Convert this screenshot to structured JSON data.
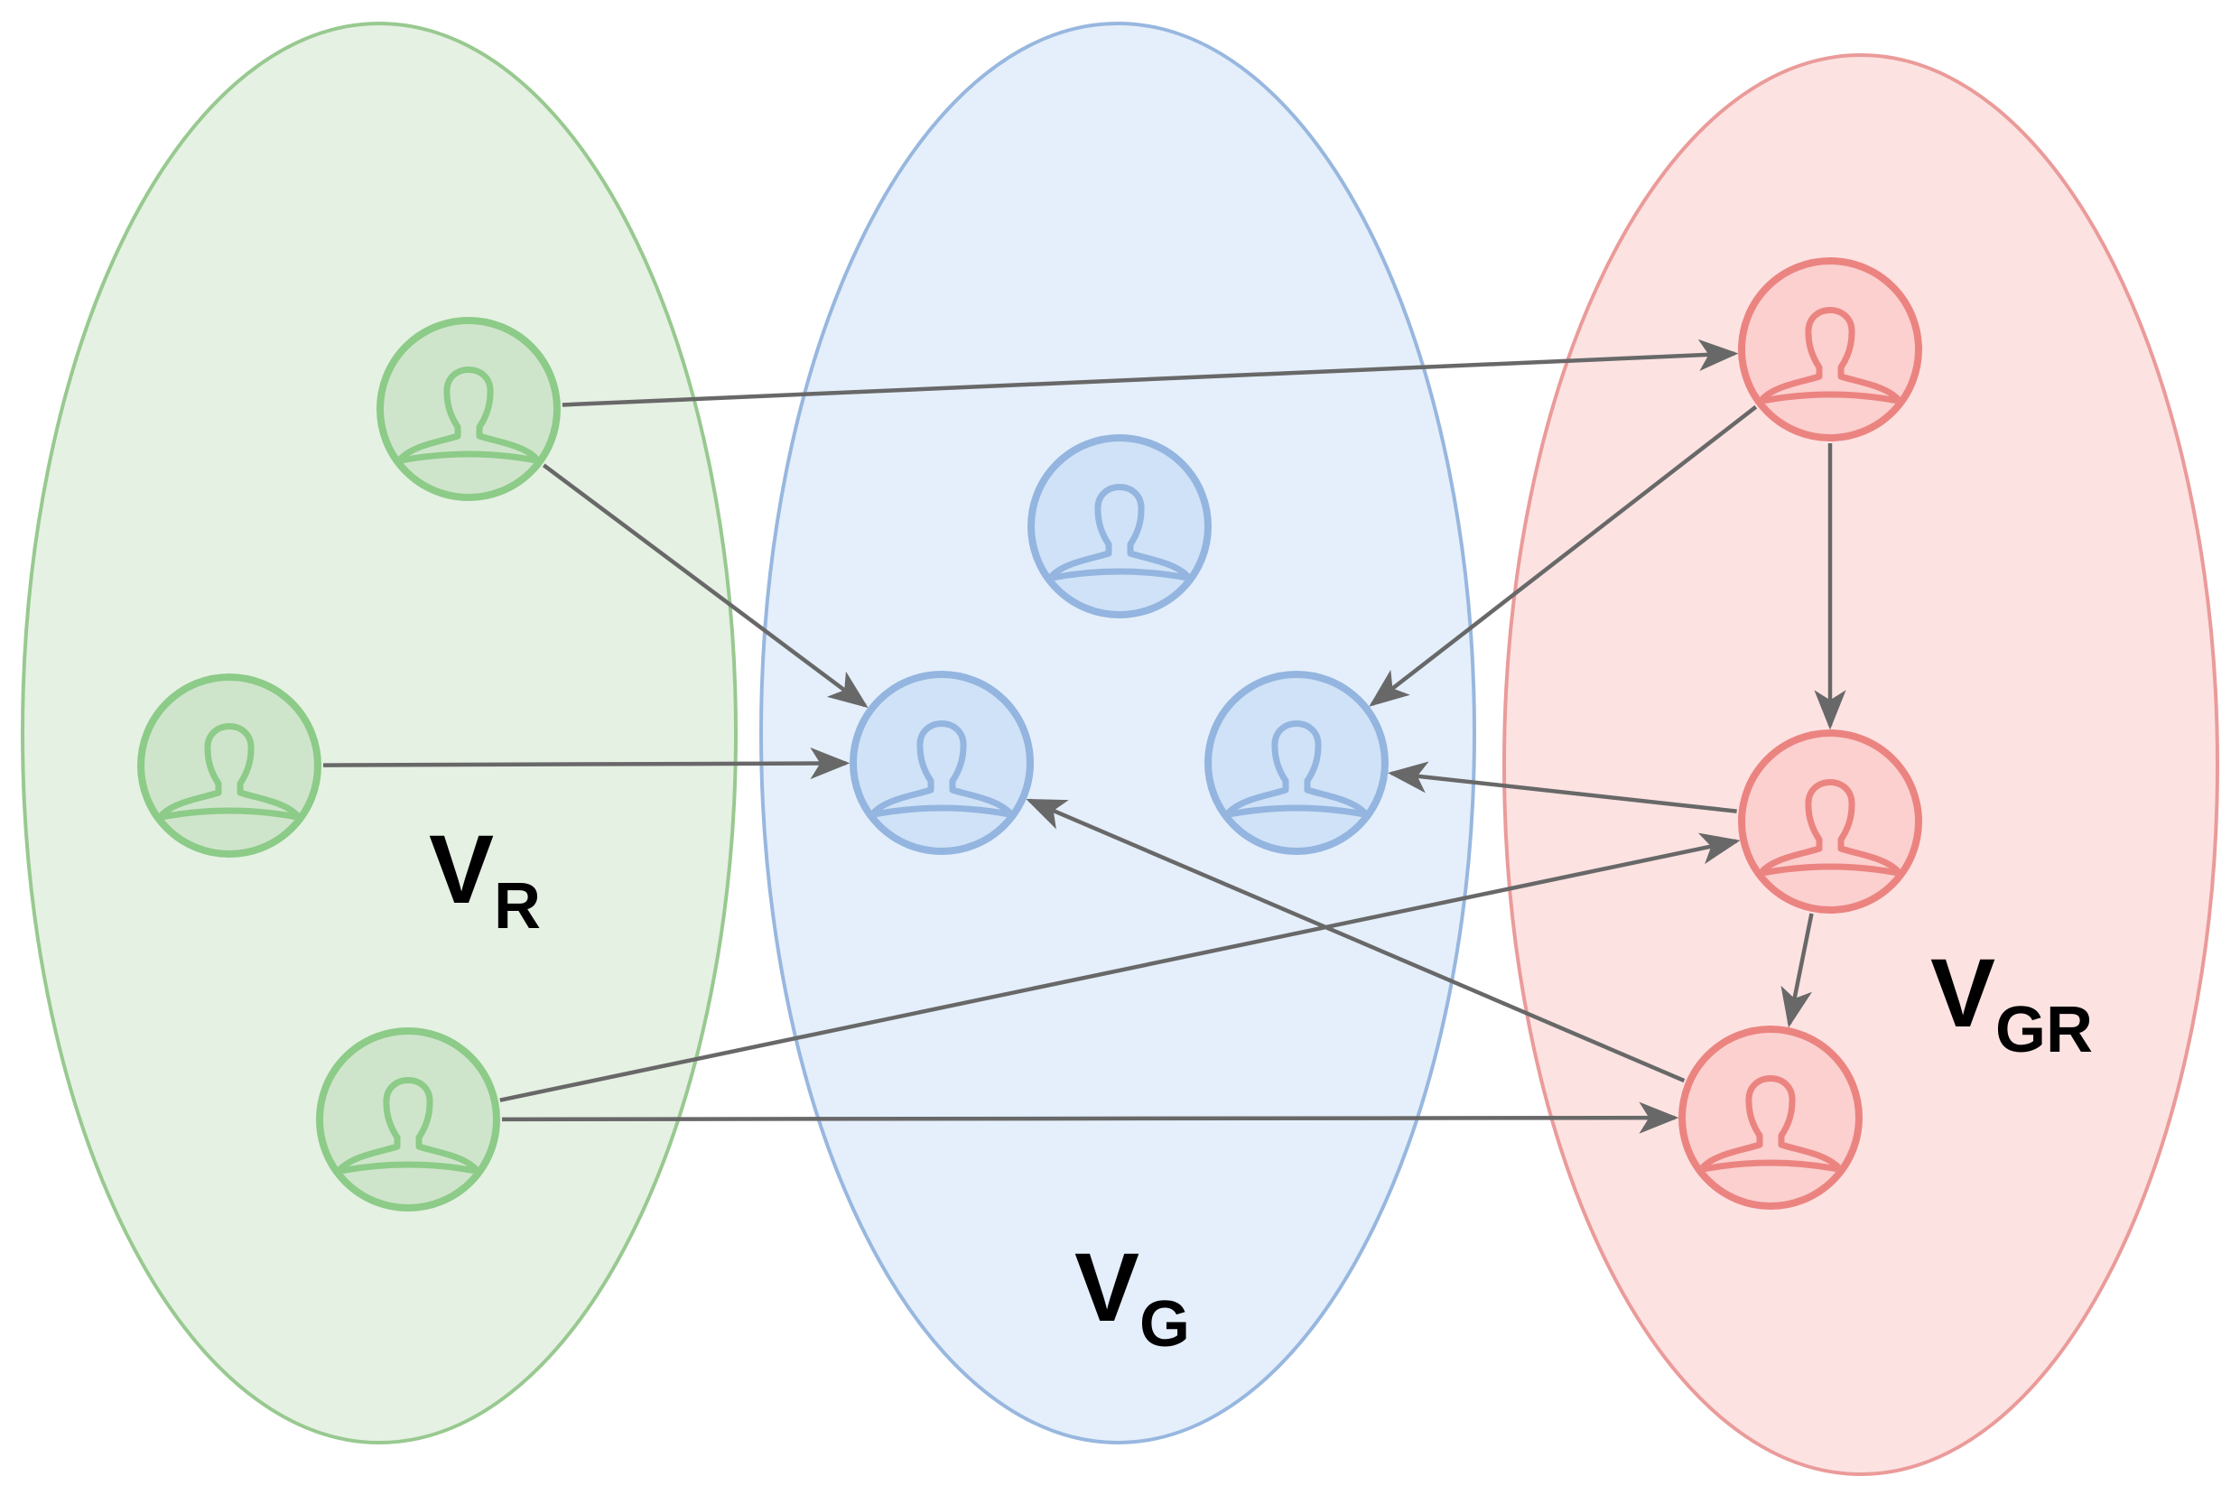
{
  "sets": [
    {
      "id": "R",
      "label_main": "V",
      "label_sub": "R",
      "fill": "#e5f1e3",
      "stroke": "#98c990"
    },
    {
      "id": "G",
      "label_main": "V",
      "label_sub": "G",
      "fill": "#e4effb",
      "stroke": "#98b7df"
    },
    {
      "id": "GR",
      "label_main": "V",
      "label_sub": "GR",
      "fill": "#fde2e2",
      "stroke": "#ea9b99"
    }
  ],
  "node_styles": {
    "R": {
      "fill": "#cfe5cb",
      "stroke": "#8ccb88"
    },
    "G": {
      "fill": "#cfe2f7",
      "stroke": "#93b5df"
    },
    "GR": {
      "fill": "#fbd0cf",
      "stroke": "#eb8480"
    }
  },
  "nodes": [
    {
      "id": "r1",
      "set": "R",
      "icon": "user-icon"
    },
    {
      "id": "r2",
      "set": "R",
      "icon": "user-icon"
    },
    {
      "id": "r3",
      "set": "R",
      "icon": "user-icon"
    },
    {
      "id": "g1",
      "set": "G",
      "icon": "user-icon"
    },
    {
      "id": "g2",
      "set": "G",
      "icon": "user-icon"
    },
    {
      "id": "g3",
      "set": "G",
      "icon": "user-icon"
    },
    {
      "id": "gr1",
      "set": "GR",
      "icon": "user-icon"
    },
    {
      "id": "gr2",
      "set": "GR",
      "icon": "user-icon"
    },
    {
      "id": "gr3",
      "set": "GR",
      "icon": "user-icon"
    }
  ],
  "edges": [
    {
      "from": "r1",
      "to": "gr1"
    },
    {
      "from": "r1",
      "to": "g2"
    },
    {
      "from": "r2",
      "to": "g2"
    },
    {
      "from": "r3",
      "to": "gr2"
    },
    {
      "from": "r3",
      "to": "gr3"
    },
    {
      "from": "gr1",
      "to": "g3"
    },
    {
      "from": "gr1",
      "to": "gr2"
    },
    {
      "from": "gr2",
      "to": "g3"
    },
    {
      "from": "gr2",
      "to": "gr3"
    },
    {
      "from": "gr3",
      "to": "g2"
    }
  ],
  "edge_color": "#686868"
}
